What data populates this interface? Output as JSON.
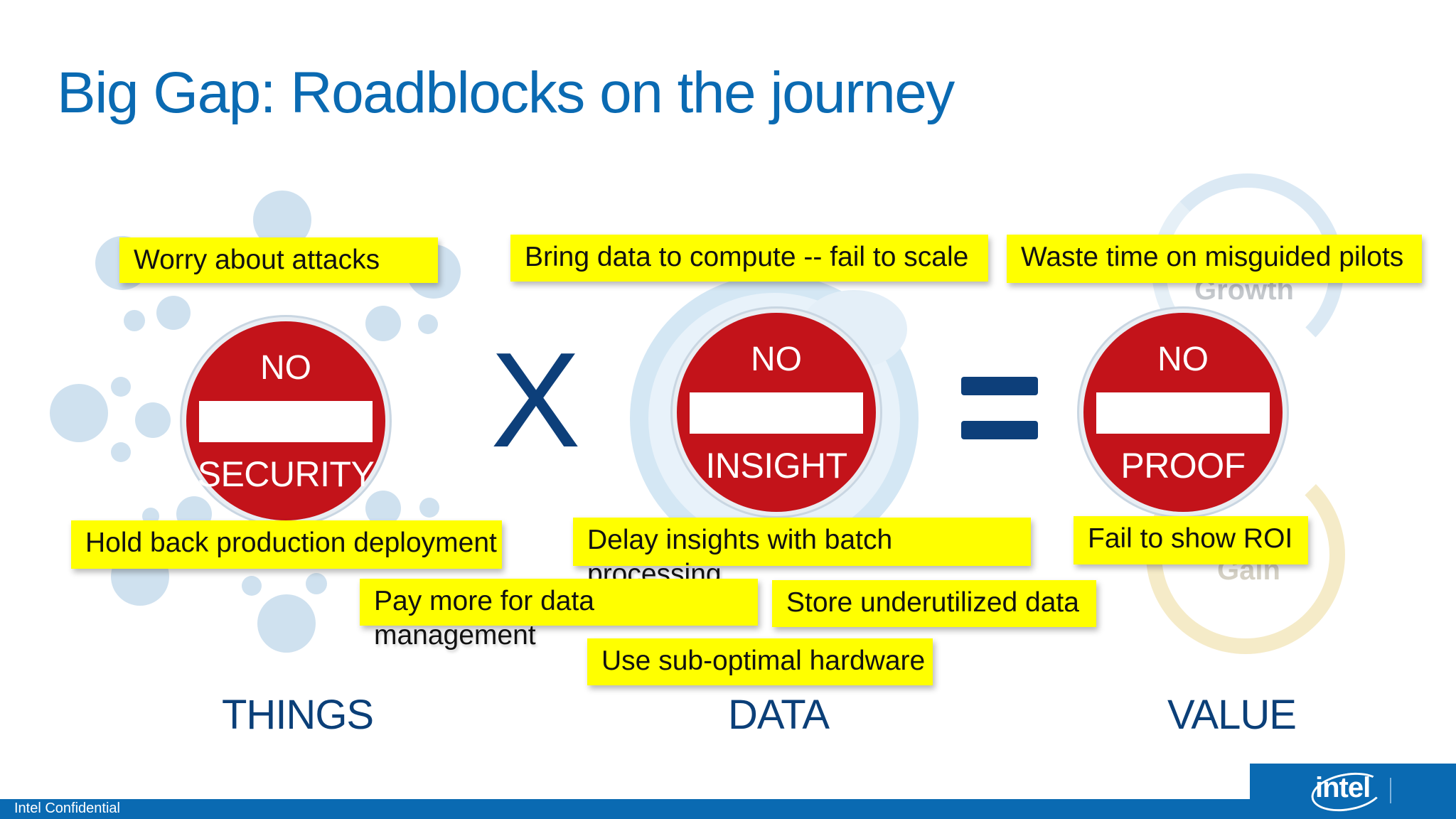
{
  "slide": {
    "title": "Big Gap: Roadblocks on the journey",
    "footer": "Intel Confidential",
    "logo": "intel"
  },
  "signs": {
    "things": {
      "top": "NO",
      "bottom": "SECURITY",
      "color": "#c3131a"
    },
    "data": {
      "top": "NO",
      "bottom": "INSIGHT",
      "color": "#c3131a"
    },
    "value": {
      "top": "NO",
      "bottom": "PROOF",
      "color": "#c3131a"
    }
  },
  "operators": {
    "multiply": "X",
    "equals": "="
  },
  "columns": {
    "things": "THINGS",
    "data": "DATA",
    "value": "VALUE"
  },
  "notes": {
    "worry": "Worry about attacks",
    "bring": "Bring data to compute -- fail to scale",
    "waste": "Waste time on misguided pilots",
    "hold": "Hold back production deployment",
    "delay_1": "Delay insights with batch",
    "delay_2": "processing",
    "fail": "Fail to show ROI",
    "pay_1": "Pay more for data",
    "pay_2": "management",
    "store": "Store underutilized data",
    "hardware": "Use sub-optimal hardware"
  },
  "background_words": {
    "growth": "Growth",
    "gain": "Gain"
  },
  "colors": {
    "title": "#0a6ab2",
    "note": "#ffff00",
    "column_label": "#0b3f78",
    "footer": "#0a6ab2"
  }
}
